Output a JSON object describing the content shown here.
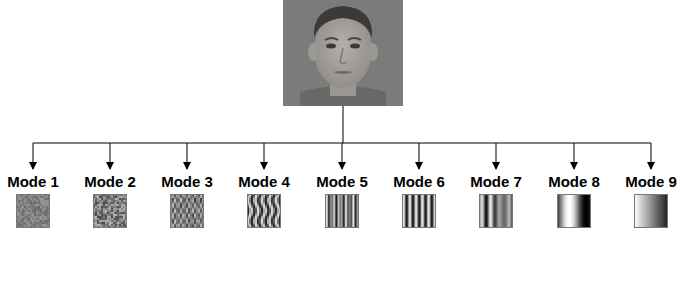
{
  "diagram": {
    "nodes": [
      {
        "text": [
          "Mode 1"
        ]
      },
      {
        "text": [
          "Mode 2"
        ]
      },
      {
        "text": [
          "Mode 3"
        ]
      },
      {
        "text": [
          "Mode 4"
        ]
      },
      {
        "text": [
          "Mode 5"
        ]
      },
      {
        "text": [
          "Mode 6"
        ]
      },
      {
        "text": [
          "Mode 7"
        ]
      },
      {
        "text": [
          "Mode 8"
        ]
      },
      {
        "text": [
          "Mode 9"
        ]
      }
    ]
  }
}
